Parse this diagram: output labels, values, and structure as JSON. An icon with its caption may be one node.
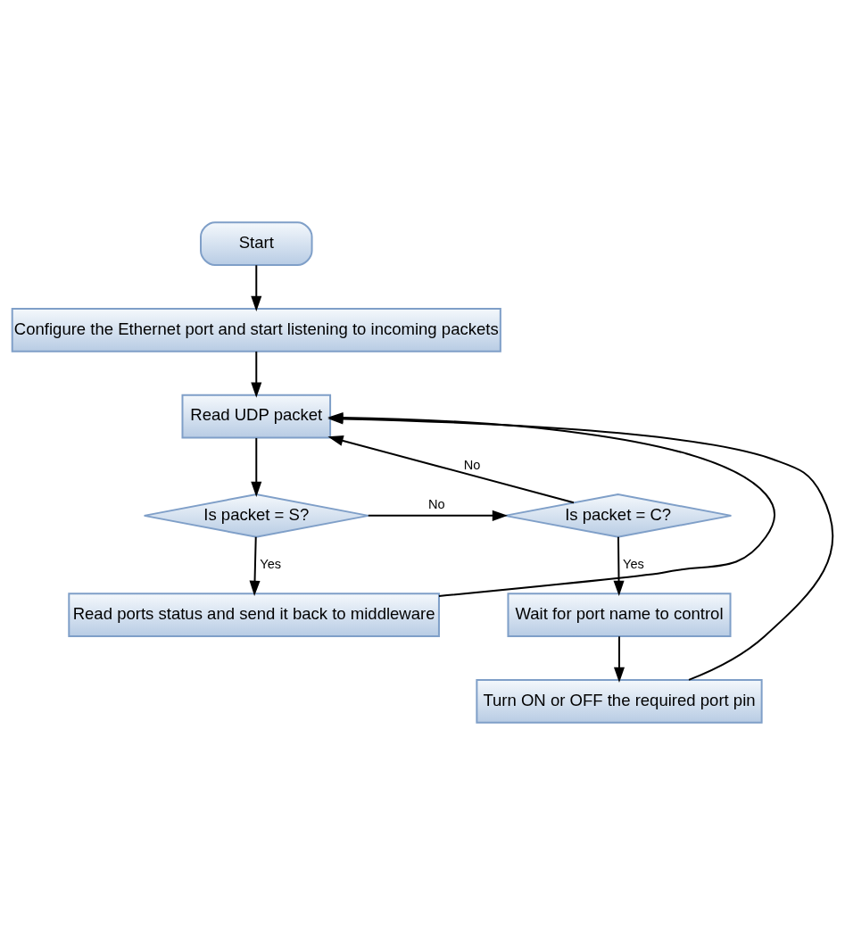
{
  "diagram": {
    "nodes": [
      {
        "text": [
          "Start"
        ]
      },
      {
        "text": [
          "Configure the Ethernet port and start listening to incoming packets"
        ]
      },
      {
        "text": [
          "Read UDP packet"
        ]
      },
      {
        "text": [
          "Is packet = S?"
        ]
      },
      {
        "text": [
          "Is packet = C?"
        ]
      },
      {
        "text": [
          "Read ports status and send it back to middleware"
        ]
      },
      {
        "text": [
          "Wait for port name to control"
        ]
      },
      {
        "text": [
          "Turn ON or OFF the required port pin"
        ]
      }
    ],
    "edges": [
      {
        "from": 0,
        "to": 1,
        "arrow": "to"
      },
      {
        "from": 1,
        "to": 2,
        "arrow": "to"
      },
      {
        "from": 2,
        "to": 3,
        "arrow": "to"
      },
      {
        "from": 3,
        "to": 4,
        "arrow": "to",
        "label": "No"
      },
      {
        "from": 3,
        "to": 5,
        "arrow": "to",
        "label": "Yes"
      },
      {
        "from": 4,
        "to": 6,
        "arrow": "to",
        "label": "Yes"
      },
      {
        "from": 6,
        "to": 7,
        "arrow": "to"
      },
      {
        "from": 4,
        "to": 2,
        "arrow": "to",
        "label": "No"
      },
      {
        "from": 5,
        "to": 2,
        "arrow": "to"
      },
      {
        "from": 7,
        "to": 2,
        "arrow": "to"
      }
    ]
  }
}
